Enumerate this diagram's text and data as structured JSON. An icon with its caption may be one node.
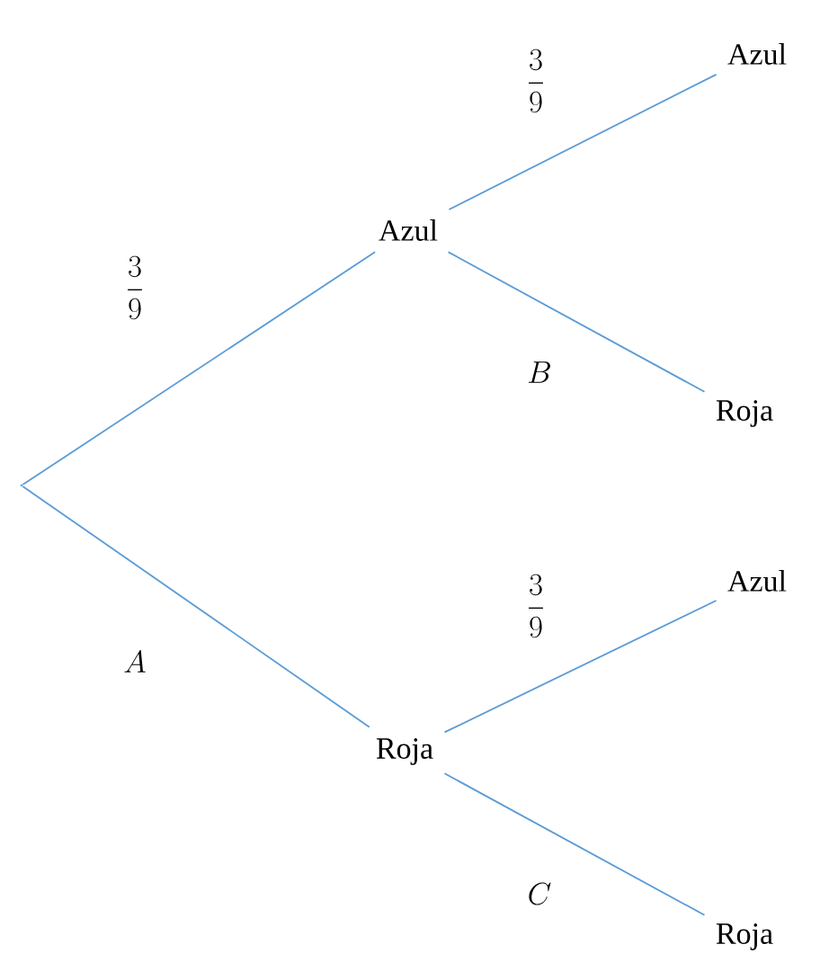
{
  "diagram": {
    "nodes": [
      {
        "text": [],
        "shape": "point"
      },
      {
        "text": [
          "Azul"
        ]
      },
      {
        "text": [
          "Roja"
        ]
      },
      {
        "text": [
          "Azul"
        ]
      },
      {
        "text": [
          "Roja"
        ]
      },
      {
        "text": [
          "Azul"
        ]
      },
      {
        "text": [
          "Roja"
        ]
      }
    ],
    "edges": [
      {
        "from": 0,
        "to": 1,
        "arrow": "none",
        "label": "\\frac{3}{9}",
        "color": "#5b9bd5"
      },
      {
        "from": 0,
        "to": 2,
        "arrow": "none",
        "label": "A",
        "color": "#5b9bd5"
      },
      {
        "from": 1,
        "to": 3,
        "arrow": "none",
        "label": "\\frac{3}{9}",
        "color": "#5b9bd5"
      },
      {
        "from": 1,
        "to": 4,
        "arrow": "none",
        "label": "B",
        "color": "#5b9bd5"
      },
      {
        "from": 2,
        "to": 5,
        "arrow": "none",
        "label": "\\frac{3}{9}",
        "color": "#5b9bd5"
      },
      {
        "from": 2,
        "to": 6,
        "arrow": "none",
        "label": "C",
        "color": "#5b9bd5"
      }
    ]
  }
}
